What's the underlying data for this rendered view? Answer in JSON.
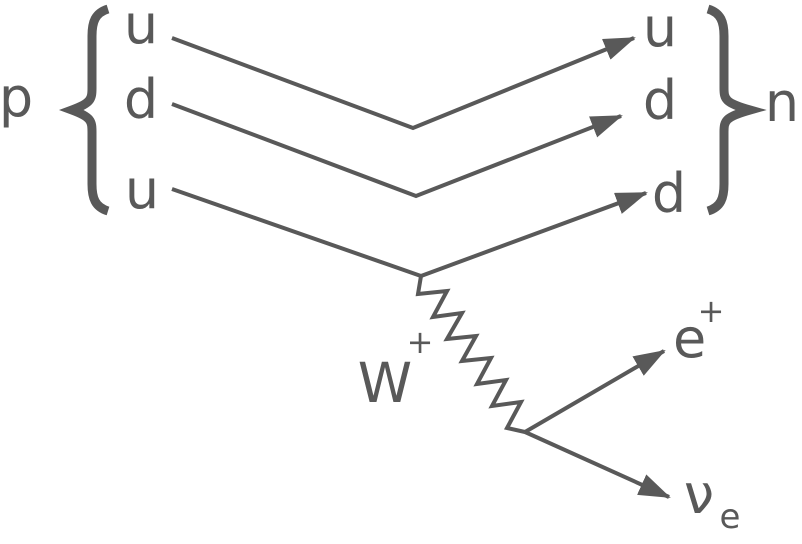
{
  "labels": {
    "proton": "p",
    "neutron": "n",
    "boson": "W",
    "boson_charge": "+",
    "positron": "e",
    "positron_charge": "+",
    "neutrino": "ν",
    "neutrino_sub": "e"
  },
  "left_quarks": [
    "u",
    "d",
    "u"
  ],
  "right_quarks": [
    "u",
    "d",
    "d"
  ],
  "colors": {
    "ink": "#595959",
    "background": "#ffffff"
  }
}
